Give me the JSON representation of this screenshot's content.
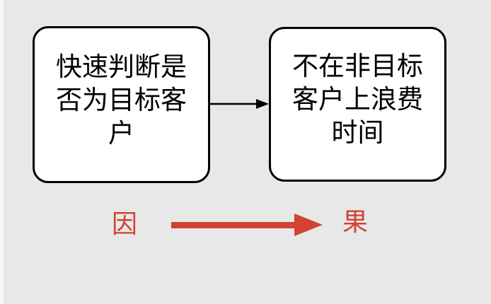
{
  "boxes": [
    {
      "text": "快速判断是否为目标客户"
    },
    {
      "text": "不在非目标客户上浪费时间"
    }
  ],
  "cause_label": "因",
  "effect_label": "果",
  "colors": {
    "accent": "#d24331",
    "box_border": "#000000",
    "background": "#e8e8e8"
  }
}
